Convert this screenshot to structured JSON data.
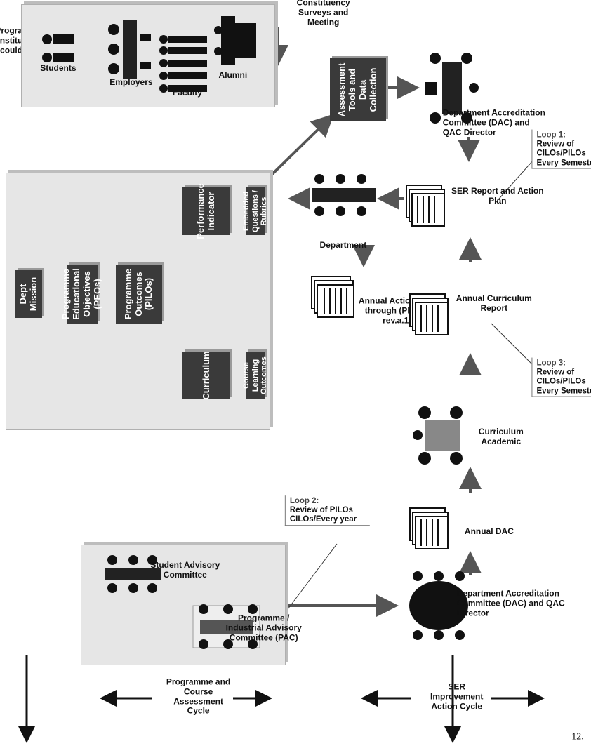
{
  "constituencies": {
    "heading": "Programme Constituencies could be:",
    "students": "Students",
    "employers": "Employers",
    "faculty": "Faculty",
    "alumni": "Alumni"
  },
  "surveys_label": "Constituency Surveys and Meeting",
  "assessment_box": "Assessment Tools and Data Collection",
  "dac_top": "Department Accreditation Committee (DAC) and QAC Director",
  "loop1": {
    "head": "Loop 1:",
    "text": "Review of CILOs/PILOs Every Semester"
  },
  "ser_report": "SER Report and Action Plan",
  "department": "Department",
  "annual_action_plan": "Annual Action Plan through (PM-13-rev.a.1)",
  "annual_curriculum_report": "Annual Curriculum Report",
  "loop3": {
    "head": "Loop 3:",
    "text": "Review of CILOs/PILOs Every Semester"
  },
  "curriculum_academic": "Curriculum Academic",
  "annual_dac": "Annual DAC",
  "dac_bottom": "Department Accreditation Committee (DAC) and QAC Director",
  "loop2": {
    "head": "Loop 2:",
    "text": "Review of PILOs CILOs/Every year"
  },
  "advisory": {
    "student_committee": "Student Advisory Committee",
    "pac": "Programme / Industrial Advisory Committee (PAC)"
  },
  "outcomes": {
    "dept_mission": "Dept Mission",
    "peos": "Programme Educational Objectives (PEOs)",
    "pilos": "Programme Outcomes (PILOs)",
    "curriculum": "Curriculum",
    "performance_indicator": "Performance Indicator",
    "course_learning_outcomes": "Course Learning Outcomes",
    "embedded_questions": "Embedded Questions / Rubrics"
  },
  "cycles": {
    "programme_course": "Programme and Course Assessment Cycle",
    "ser_improvement": "SER Improvement Action Cycle"
  },
  "page_number": "12.",
  "colors": {
    "box_dark": "#3a3a3a",
    "panel": "#e6e6e6",
    "arrow": "#555555"
  }
}
